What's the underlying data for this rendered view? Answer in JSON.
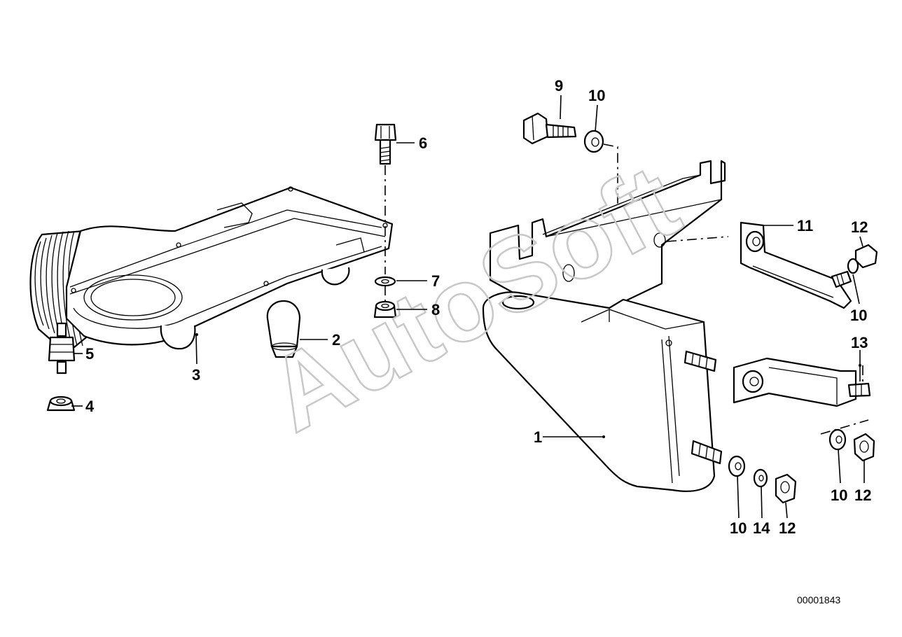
{
  "diagram": {
    "watermark": "AutoSoft",
    "drawing_number": "00001843",
    "callouts": [
      {
        "id": "c1",
        "text": "1"
      },
      {
        "id": "c2",
        "text": "2"
      },
      {
        "id": "c3",
        "text": "3"
      },
      {
        "id": "c4",
        "text": "4"
      },
      {
        "id": "c5",
        "text": "5"
      },
      {
        "id": "c6",
        "text": "6"
      },
      {
        "id": "c7",
        "text": "7"
      },
      {
        "id": "c8",
        "text": "8"
      },
      {
        "id": "c9",
        "text": "9"
      },
      {
        "id": "c10a",
        "text": "10"
      },
      {
        "id": "c10b",
        "text": "10"
      },
      {
        "id": "c10c",
        "text": "10"
      },
      {
        "id": "c10d",
        "text": "10"
      },
      {
        "id": "c11",
        "text": "11"
      },
      {
        "id": "c12a",
        "text": "12"
      },
      {
        "id": "c12b",
        "text": "12"
      },
      {
        "id": "c12c",
        "text": "12"
      },
      {
        "id": "c13",
        "text": "13"
      },
      {
        "id": "c14",
        "text": "14"
      }
    ]
  }
}
